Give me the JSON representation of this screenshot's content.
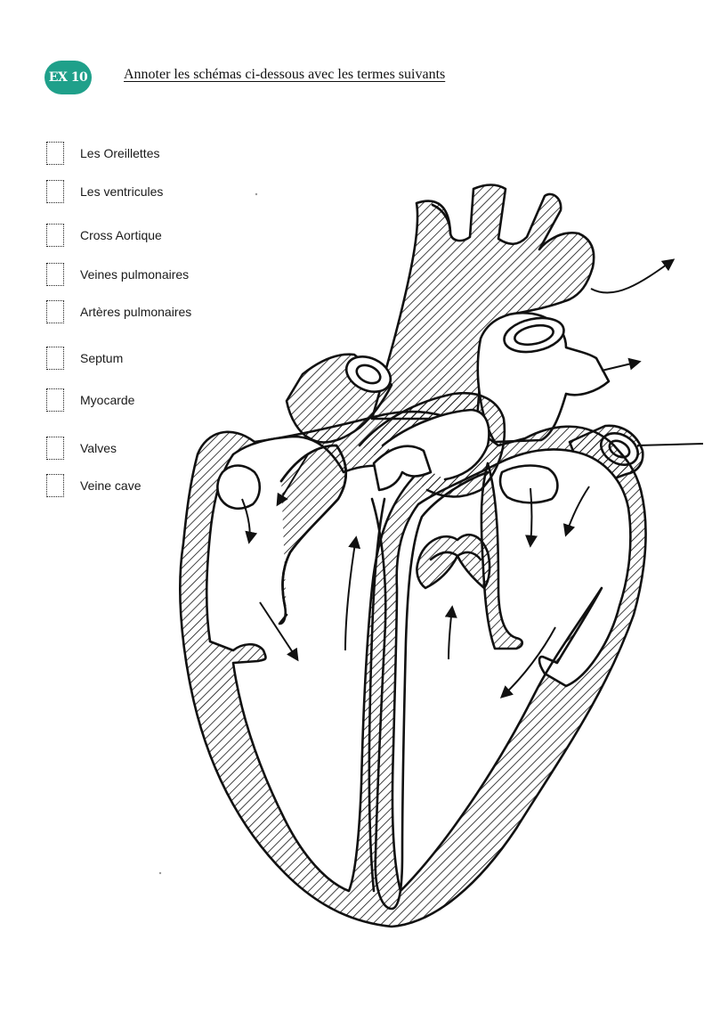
{
  "header": {
    "badge": "EX 10",
    "title": "Annoter les schémas ci-dessous avec les termes suivants"
  },
  "terms": [
    {
      "label": "Les Oreillettes",
      "checked": false
    },
    {
      "label": "Les ventricules",
      "checked": false
    },
    {
      "label": "Cross Aortique",
      "checked": false
    },
    {
      "label": "Veines pulmonaires",
      "checked": false
    },
    {
      "label": "Artères pulmonaires",
      "checked": false
    },
    {
      "label": "Septum",
      "checked": false
    },
    {
      "label": "Myocarde",
      "checked": false
    },
    {
      "label": "Valves",
      "checked": false
    },
    {
      "label": "Veine cave",
      "checked": false
    }
  ],
  "colors": {
    "badge": "#1fa08a",
    "ink": "#111111"
  }
}
